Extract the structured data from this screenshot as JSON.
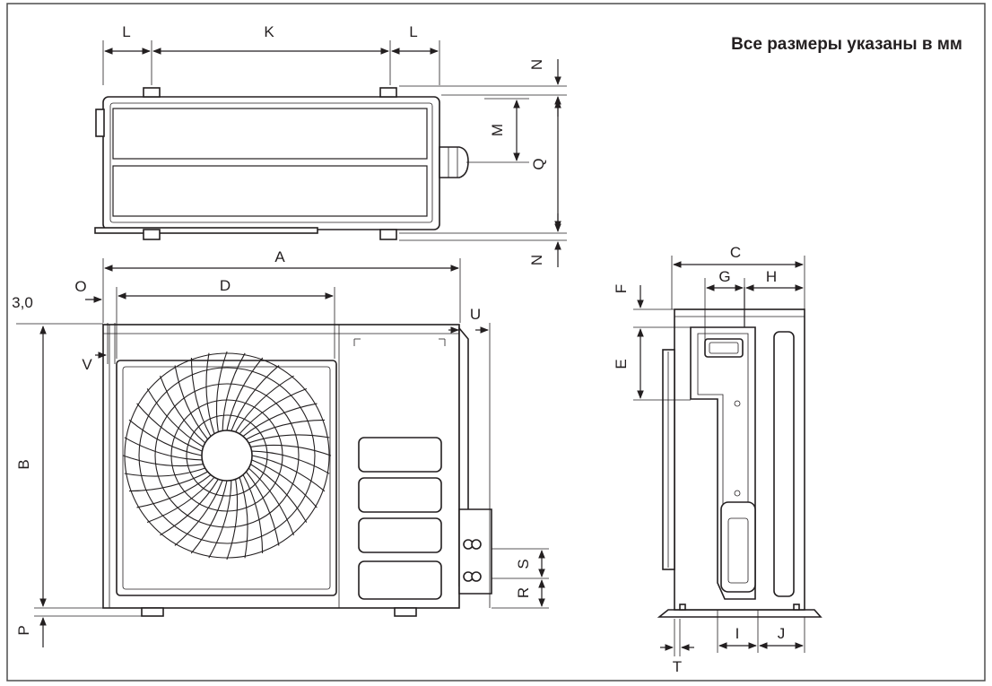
{
  "note": "Все размеры указаны в мм",
  "labels": {
    "A": "A",
    "B": "B",
    "C": "C",
    "D": "D",
    "E": "E",
    "F": "F",
    "G": "G",
    "H": "H",
    "I": "I",
    "J": "J",
    "K": "K",
    "L_left": "L",
    "L_right": "L",
    "M": "M",
    "N_top": "N",
    "N_bottom": "N",
    "O": "O",
    "P": "P",
    "Q": "Q",
    "R": "R",
    "S": "S",
    "T": "T",
    "U": "U",
    "V": "V",
    "offset": "3,0"
  },
  "colors": {
    "line": "#231f20",
    "panel": "#f2f2f2",
    "frame": "#4d4d4d"
  }
}
